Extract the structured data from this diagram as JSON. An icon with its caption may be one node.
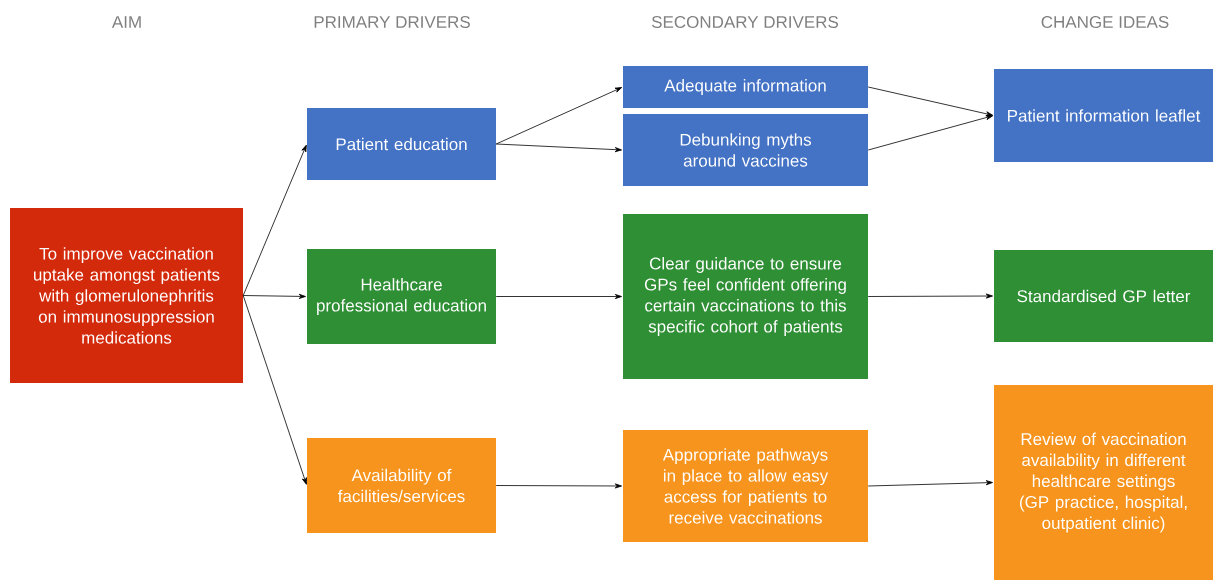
{
  "diagram": {
    "nodes": [
      {
        "text": [
          "To improve vaccination uptake amongst patients with glomerulonephritis on immunosuppression medications"
        ]
      },
      {
        "text": [
          "Patient education"
        ]
      },
      {
        "text": [
          "Healthcare professional education"
        ]
      },
      {
        "text": [
          "Availability of facilities/services"
        ]
      },
      {
        "text": [
          "Adequate information"
        ]
      },
      {
        "text": [
          "Debunking myths around vaccines"
        ]
      },
      {
        "text": [
          "Clear guidance to ensure GPs feel confident offering certain vaccinations to this specific cohort of patients"
        ]
      },
      {
        "text": [
          "Appropriate pathways in place to allow easy access for patients to receive vaccinations"
        ]
      },
      {
        "text": [
          "Patient information leaflet"
        ]
      },
      {
        "text": [
          "Standardised GP letter"
        ]
      },
      {
        "text": [
          "Review of vaccination availability in different healthcare settings (GP practice, hospital, outpatient clinic)"
        ]
      }
    ],
    "edges": [
      {
        "from": 0,
        "to": 1,
        "arrow": "to"
      },
      {
        "from": 0,
        "to": 2,
        "arrow": "to"
      },
      {
        "from": 0,
        "to": 3,
        "arrow": "to"
      },
      {
        "from": 1,
        "to": 4,
        "arrow": "to"
      },
      {
        "from": 1,
        "to": 5,
        "arrow": "to"
      },
      {
        "from": 2,
        "to": 6,
        "arrow": "to"
      },
      {
        "from": 3,
        "to": 7,
        "arrow": "to"
      },
      {
        "from": 4,
        "to": 8,
        "arrow": "to"
      },
      {
        "from": 5,
        "to": 8,
        "arrow": "to"
      },
      {
        "from": 6,
        "to": 9,
        "arrow": "to"
      },
      {
        "from": 7,
        "to": 10,
        "arrow": "to"
      }
    ],
    "labels": [
      "AIM",
      "PRIMARY DRIVERS",
      "SECONDARY DRIVERS",
      "CHANGE IDEAS"
    ]
  }
}
